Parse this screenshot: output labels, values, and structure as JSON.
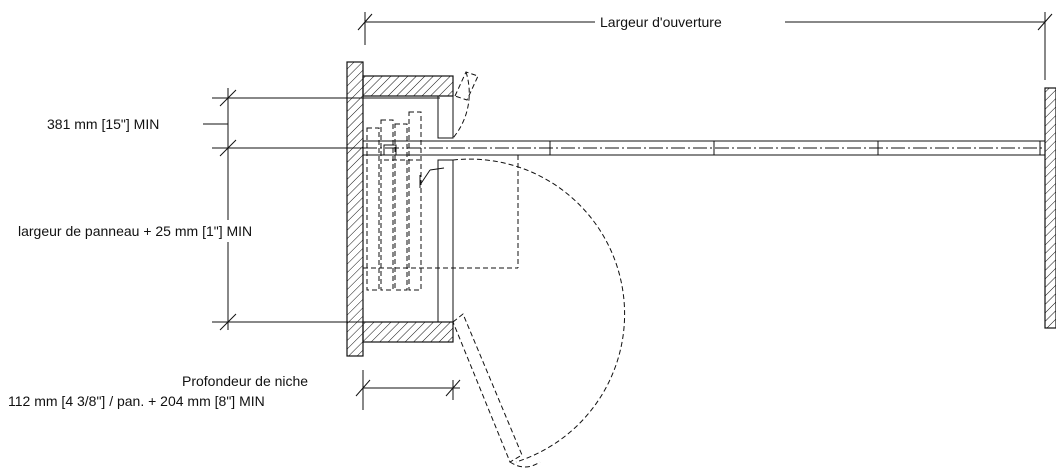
{
  "labels": {
    "opening_width": "Largeur d'ouverture",
    "dim_381": "381 mm [15\"] MIN",
    "panel_width": "largeur de panneau + 25 mm [1\"] MIN",
    "niche_depth_title": "Profondeur de niche",
    "niche_depth_value": "112 mm [4 3/8\"] / pan. + 204 mm [8\"] MIN"
  }
}
